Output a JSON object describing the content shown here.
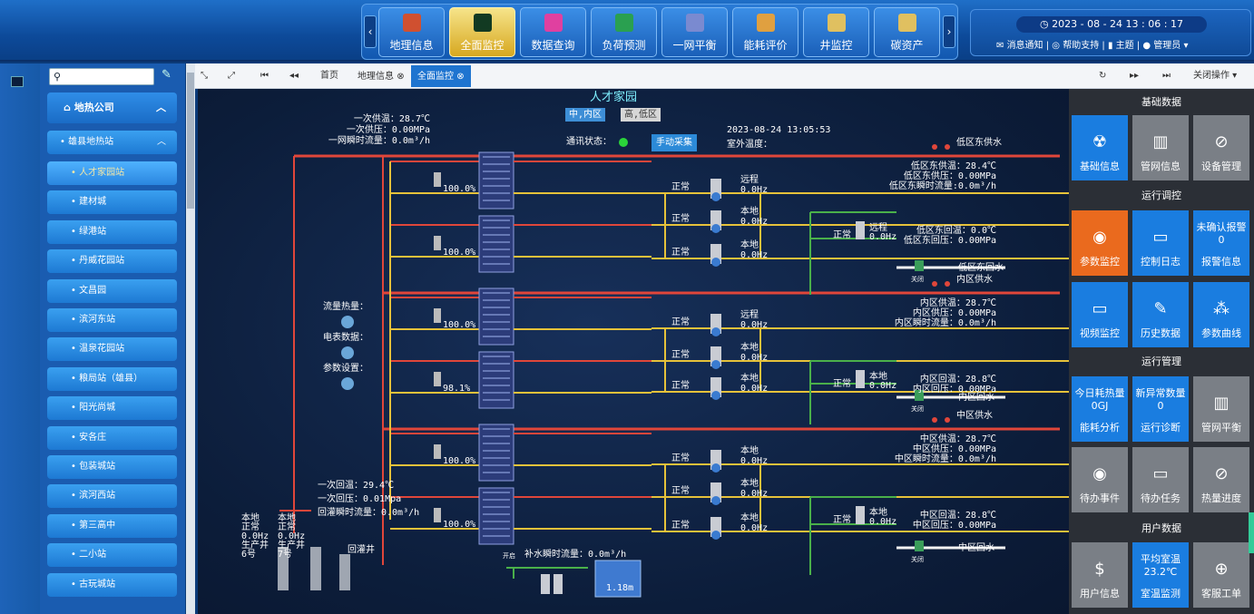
{
  "nav": {
    "items": [
      {
        "label": "地理信息",
        "color": "#d05030"
      },
      {
        "label": "全面监控",
        "color": "#123a22"
      },
      {
        "label": "数据查询",
        "color": "#e040a0"
      },
      {
        "label": "负荷预测",
        "color": "#2aa050"
      },
      {
        "label": "一网平衡",
        "color": "#7a8ad0"
      },
      {
        "label": "能耗评价",
        "color": "#e0a040"
      },
      {
        "label": "井监控",
        "color": "#e0c060"
      },
      {
        "label": "碳资产",
        "color": "#e0c060"
      }
    ],
    "active_index": 1
  },
  "header": {
    "datetime": "2023 - 08 - 24  13 : 06 : 17",
    "links": [
      "消息通知",
      "帮助支持",
      "主题",
      "管理员"
    ]
  },
  "sidebar": {
    "search_value": "",
    "root": "地热公司",
    "group": "雄县地热站",
    "items": [
      "人才家园站",
      "建材城",
      "绿港站",
      "丹威花园站",
      "文昌园",
      "滨河东站",
      "温泉花园站",
      "粮局站（雄县）",
      "阳光尚城",
      "安各庄",
      "包装城站",
      "滨河西站",
      "第三高中",
      "二小站",
      "古玩城站"
    ]
  },
  "tabbar": {
    "first": "首页",
    "tabs": [
      "地理信息",
      "全面监控"
    ],
    "active": "全面监控",
    "close_ops": "关闭操作"
  },
  "scada": {
    "title": "人才家园",
    "zone_btn1": "中,内区",
    "zone_btn2": "高,低区",
    "comm_label": "通讯状态：",
    "manual_btn": "手动采集",
    "timestamp": "2023-08-24 13:05:53",
    "outdoor": "室外温度：",
    "primary_supply": [
      "一次供温：28.7℃",
      "一次供压：0.00MPa",
      "一网瞬时流量：0.0m³/h"
    ],
    "primary_return": [
      "一次回温：29.4℃",
      "一次回压：0.01Mpa",
      "回灌瞬时流量：0.0m³/h"
    ],
    "hx_pct": [
      "100.0%",
      "100.0%",
      "100.0%",
      "98.1%",
      "100.0%",
      "100.0%"
    ],
    "side_labels": [
      "流量热量：",
      "电表数据：",
      "参数设置："
    ],
    "zones": [
      {
        "supply_name": "低区东供水",
        "return_name": "低区东回水",
        "supply": [
          "低区东供温：28.4℃",
          "低区东供压：0.00MPa",
          "低区东瞬时流量:0.0m³/h"
        ],
        "return": [
          "低区东回温：0.0℃",
          "低区东回压：0.00MPa"
        ]
      },
      {
        "supply_name": "内区供水",
        "return_name": "内区回水",
        "supply": [
          "内区供温：28.7℃",
          "内区供压：0.00MPa",
          "内区瞬时流量：0.0m³/h"
        ],
        "return": [
          "内区回温：28.8℃",
          "内区回压：0.00MPa"
        ]
      },
      {
        "supply_name": "中区供水",
        "return_name": "中区回水",
        "supply": [
          "中区供温：28.7℃",
          "中区供压：0.00MPa",
          "中区瞬时流量：0.0m³/h"
        ],
        "return": [
          "中区回温：28.8℃",
          "中区回压：0.00MPa"
        ]
      }
    ],
    "pump_status": "正常",
    "pump_modes": [
      "远程",
      "本地",
      "本地",
      "远程",
      "本地",
      "本地",
      "本地",
      "本地",
      "本地"
    ],
    "pump_freq": "0.0Hz",
    "circ_modes": [
      "远程",
      "本地",
      "本地"
    ],
    "well_labels": [
      "本地",
      "正常",
      "0.0Hz",
      "生产井",
      "6号"
    ],
    "well2_labels": [
      "本地",
      "正常",
      "0.0Hz",
      "生产井",
      "7号"
    ],
    "reinject": "回灌井",
    "makeup": "补水瞬时流量：0.0m³/h",
    "tank": "1.18m",
    "valve_close": "关闭",
    "valve_open": "开启"
  },
  "right": {
    "sections": [
      "基础数据",
      "运行调控",
      "运行管理",
      "用户数据"
    ],
    "row1": [
      "基础信息",
      "管网信息",
      "设备管理"
    ],
    "row2": [
      "参数监控",
      "控制日志",
      "报警信息"
    ],
    "alarm_title": "未确认报警",
    "alarm_count": "0",
    "row3": [
      "视频监控",
      "历史数据",
      "参数曲线"
    ],
    "row4": [
      "能耗分析",
      "运行诊断",
      "管网平衡"
    ],
    "energy_title": "今日耗热量",
    "energy_val": "0GJ",
    "anomaly_title": "新异常数量",
    "anomaly_val": "0",
    "row5": [
      "待办事件",
      "待办任务",
      "热量进度"
    ],
    "row6": [
      "用户信息",
      "室温监测",
      "客服工单"
    ],
    "room_title": "平均室温",
    "room_val": "23.2℃"
  }
}
